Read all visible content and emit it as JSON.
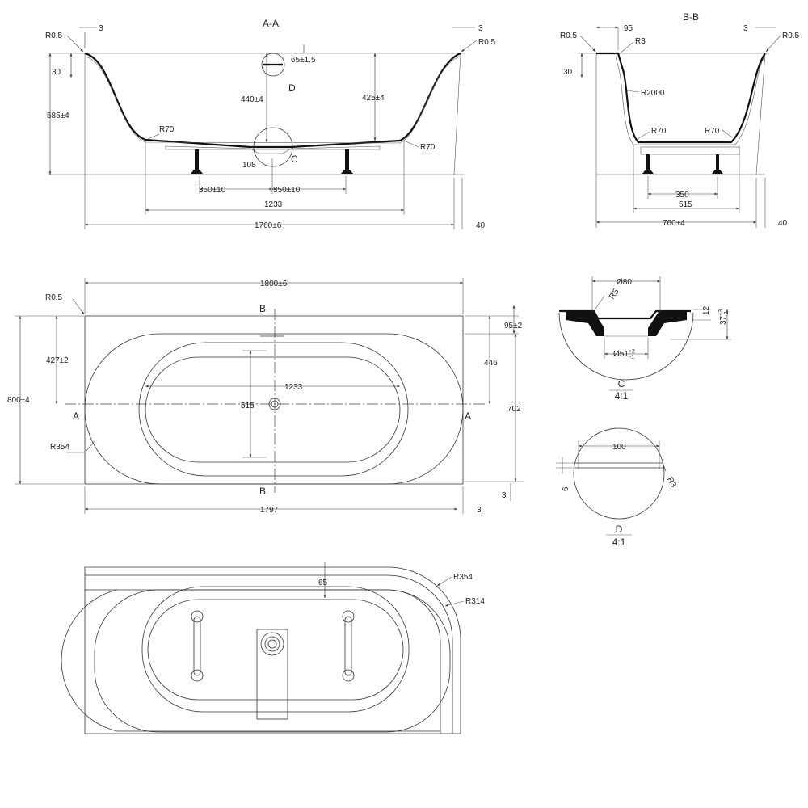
{
  "views": {
    "section_aa": {
      "title": "A-A",
      "r05_left": "R0.5",
      "dim_3_left": "3",
      "dim_30": "30",
      "dim_585": "585±4",
      "d65": "65±1.5",
      "detail_d": "D",
      "d440": "440±4",
      "d425": "425±4",
      "r70_left": "R70",
      "r70_right": "R70",
      "d108": "108",
      "detail_c": "C",
      "d350_left": "350±10",
      "d350_right": "350±10",
      "d1233": "1233",
      "d1760": "1760±6",
      "d40": "40",
      "r05_right": "R0.5",
      "dim_3_right": "3"
    },
    "section_bb": {
      "title": "B-B",
      "r05_left": "R0.5",
      "d95": "95",
      "r3": "R3",
      "dim_30": "30",
      "dim_3_right": "3",
      "r05_right": "R0.5",
      "r2000": "R2000",
      "r70_left": "R70",
      "r70_right": "R70",
      "d350": "350",
      "d515": "515",
      "d760": "760±4",
      "d40": "40"
    },
    "plan": {
      "r05": "R0.5",
      "d1800": "1800±6",
      "mark_b_top": "B",
      "mark_b_bottom": "B",
      "d95": "95±2",
      "d427": "427±2",
      "d446": "446",
      "d800": "800±4",
      "mark_a_left": "A",
      "mark_a_right": "A",
      "d1233": "1233",
      "d515": "515",
      "d702": "702",
      "r354": "R354",
      "dim_3_right": "3",
      "d1797": "1797",
      "dim_3_bottom": "3"
    },
    "detail_c": {
      "d80": "Ø80",
      "r5": "R5",
      "d12": "12",
      "d37_base": "37",
      "d37_tol_top": "+3",
      "d37_tol_bottom": "-2",
      "d51_base": "Ø51",
      "d51_tol_top": "+2",
      "d51_tol_bottom": "-1",
      "label": "C",
      "scale": "4:1"
    },
    "detail_d": {
      "d100": "100",
      "d6": "6",
      "r3": "R3",
      "label": "D",
      "scale": "4:1"
    },
    "overflow_view": {
      "d65": "65",
      "r354": "R354",
      "r314": "R314"
    }
  }
}
